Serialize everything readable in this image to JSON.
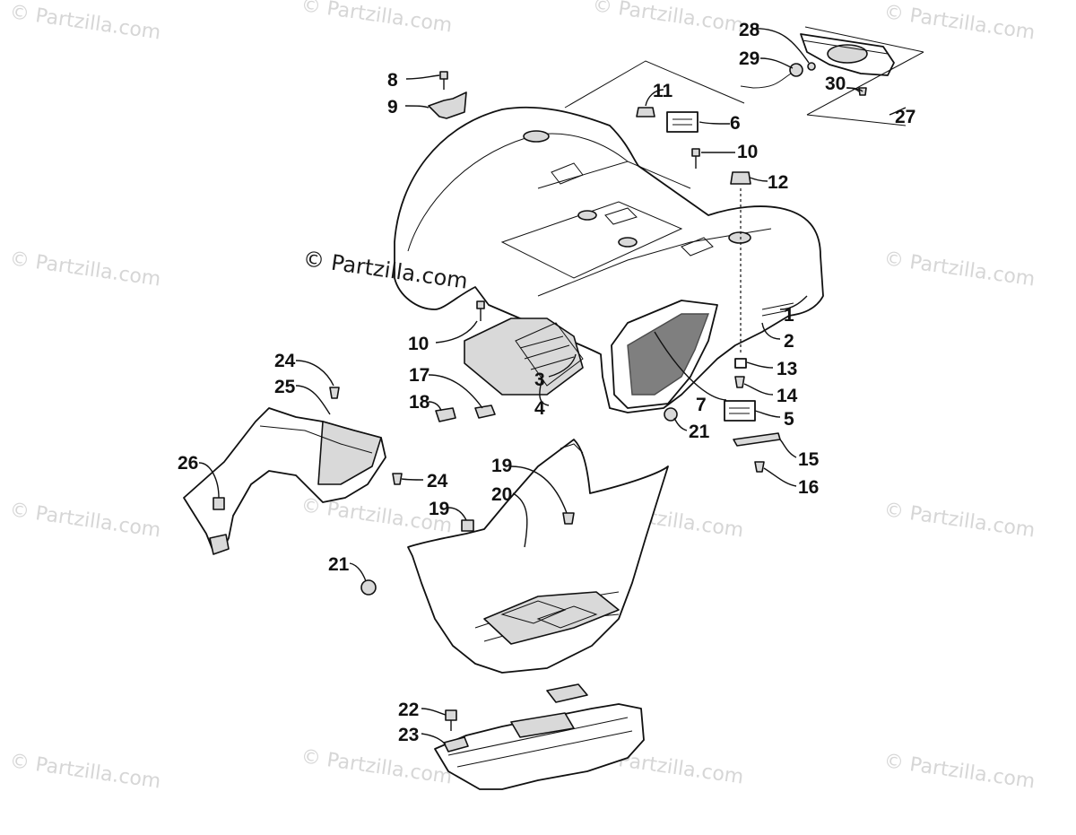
{
  "watermark": {
    "main": "© Partzilla.com",
    "repeat": "© Partzilla.com"
  },
  "callouts": [
    "1",
    "2",
    "3",
    "4",
    "5",
    "6",
    "7",
    "8",
    "9",
    "10",
    "10",
    "11",
    "12",
    "13",
    "14",
    "15",
    "16",
    "17",
    "18",
    "19",
    "19",
    "20",
    "21",
    "21",
    "22",
    "23",
    "24",
    "24",
    "25",
    "26",
    "27",
    "28",
    "29",
    "30"
  ]
}
